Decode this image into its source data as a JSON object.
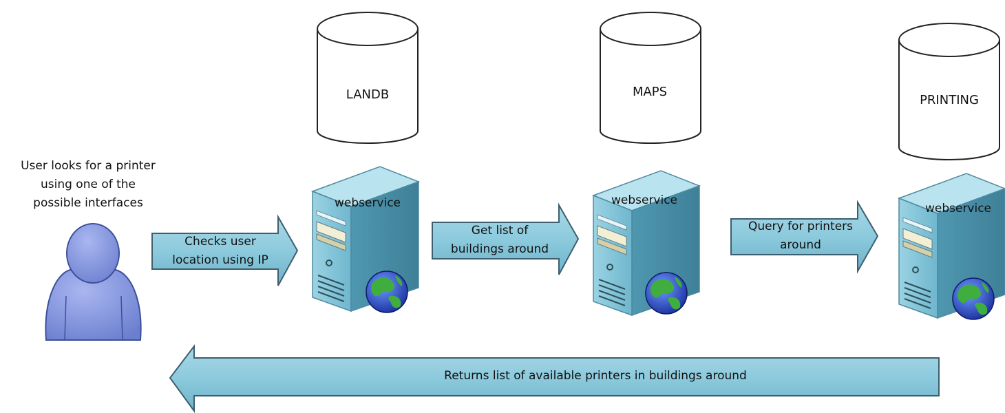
{
  "user": {
    "caption_lines": [
      "User looks for a printer",
      "using one of the",
      "possible interfaces"
    ],
    "icon": "user-icon",
    "color": "#7b8fd8"
  },
  "databases": [
    {
      "label": "LANDB",
      "icon": "database-icon"
    },
    {
      "label": "MAPS",
      "icon": "database-icon"
    },
    {
      "label": "PRINTING",
      "icon": "database-icon"
    }
  ],
  "webservices": [
    {
      "label": "webservice",
      "icon": "server-icon",
      "badge": "globe-icon"
    },
    {
      "label": "webservice",
      "icon": "server-icon",
      "badge": "globe-icon"
    },
    {
      "label": "webservice",
      "icon": "server-icon",
      "badge": "globe-icon"
    }
  ],
  "arrows": {
    "check_location": [
      "Checks user",
      "location using IP"
    ],
    "get_buildings": [
      "Get list of",
      "buildings around"
    ],
    "query_printers": [
      "Query for printers",
      "around"
    ],
    "return_result": [
      "Returns list of available printers in buildings around"
    ]
  },
  "colors": {
    "arrow_fill": "#8fcbdd",
    "arrow_stroke": "#3c5f6f",
    "server_front": "#7fc3d8",
    "server_side": "#5aa2ba",
    "server_top": "#a9dbe9"
  }
}
